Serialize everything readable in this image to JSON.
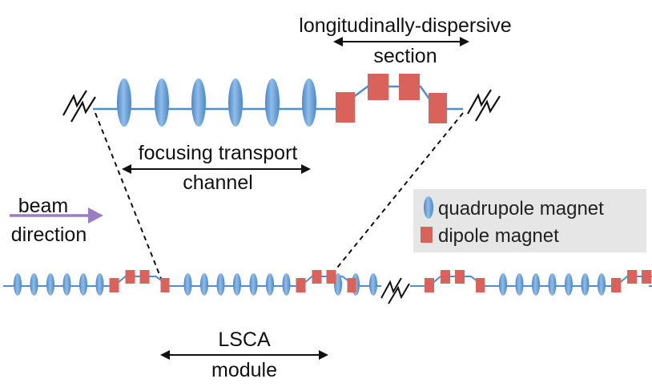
{
  "labels": {
    "dispersive_line1": "longitudinally-dispersive",
    "dispersive_line2": "section",
    "focusing_line1": "focusing transport",
    "focusing_line2": "channel",
    "beam_line1": "beam",
    "beam_line2": "direction",
    "lsca_line1": "LSCA",
    "lsca_line2": "module"
  },
  "legend": {
    "quadrupole": "quadrupole magnet",
    "dipole": "dipole magnet"
  },
  "colors": {
    "quad_fill": "#5b9bd5",
    "dipole_fill": "#d9625b",
    "beamline": "#4f8fd0",
    "arrow_beam": "#9a7fc0",
    "legend_bg": "#e6e6e6"
  }
}
